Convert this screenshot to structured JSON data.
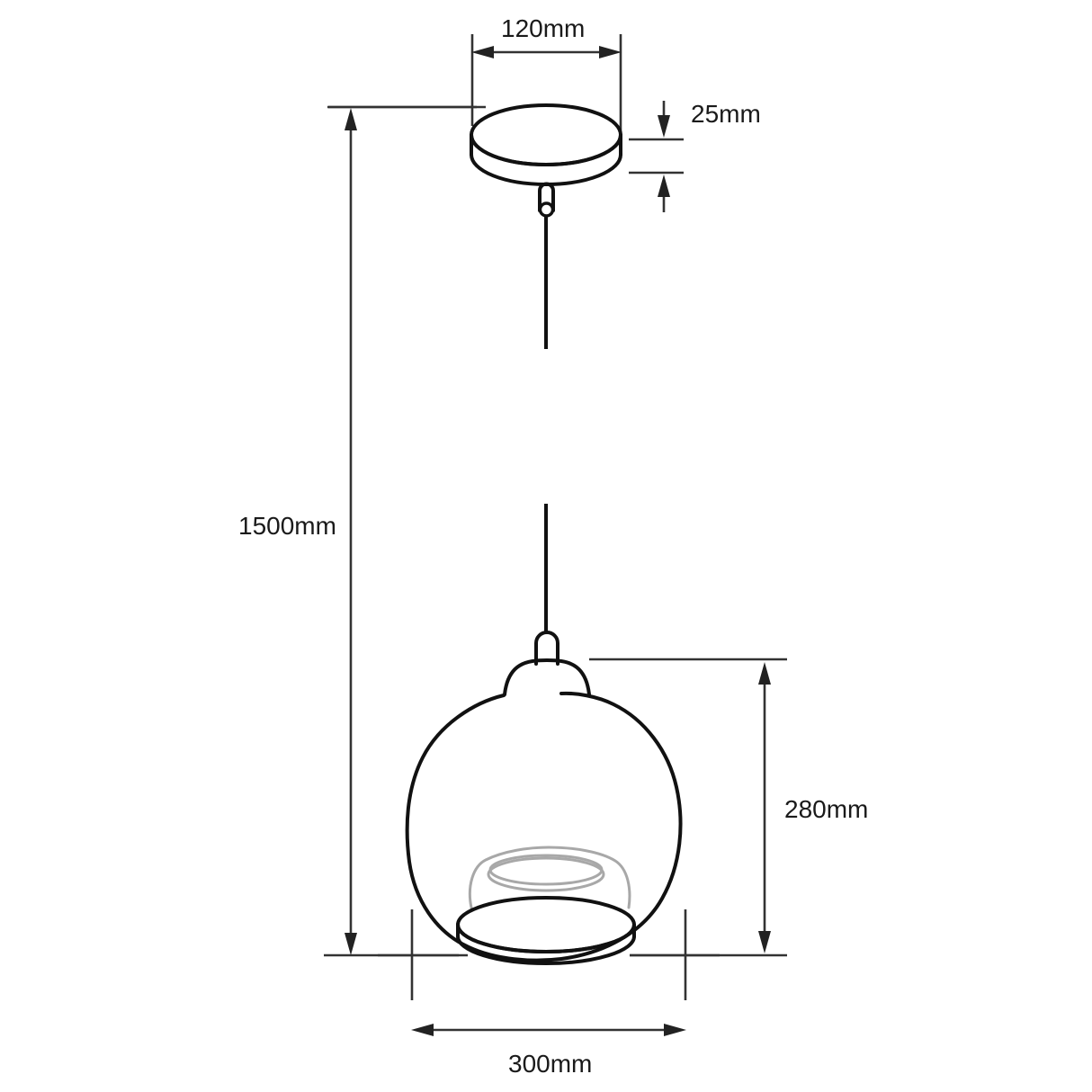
{
  "drawing": {
    "title": "Pendant lamp dimensional drawing",
    "background_color": "#ffffff",
    "line_color": "#111111",
    "dimension_color": "#333333",
    "inner_detail_color": "#a8a8a8",
    "units": "mm"
  },
  "dimensions": {
    "canopy_diameter": {
      "label": "120mm",
      "value": 120,
      "orientation": "horizontal",
      "describes": "ceiling-rose-diameter"
    },
    "canopy_height": {
      "label": "25mm",
      "value": 25,
      "orientation": "vertical",
      "describes": "ceiling-rose-height"
    },
    "total_drop": {
      "label": "1500mm",
      "value": 1500,
      "orientation": "vertical",
      "describes": "overall-suspension-height"
    },
    "shade_height": {
      "label": "280mm",
      "value": 280,
      "orientation": "vertical",
      "describes": "glass-shade-height"
    },
    "shade_diameter": {
      "label": "300mm",
      "value": 300,
      "orientation": "horizontal",
      "describes": "glass-shade-diameter"
    }
  },
  "parts": {
    "ceiling_rose": "ceiling-rose",
    "cord_grip": "cord-grip",
    "suspension_cable": "suspension-cable",
    "lamp_holder": "lamp-holder",
    "glass_shade": "glass-shade",
    "inner_diffuser": "inner-diffuser",
    "shade_rim": "shade-rim"
  }
}
